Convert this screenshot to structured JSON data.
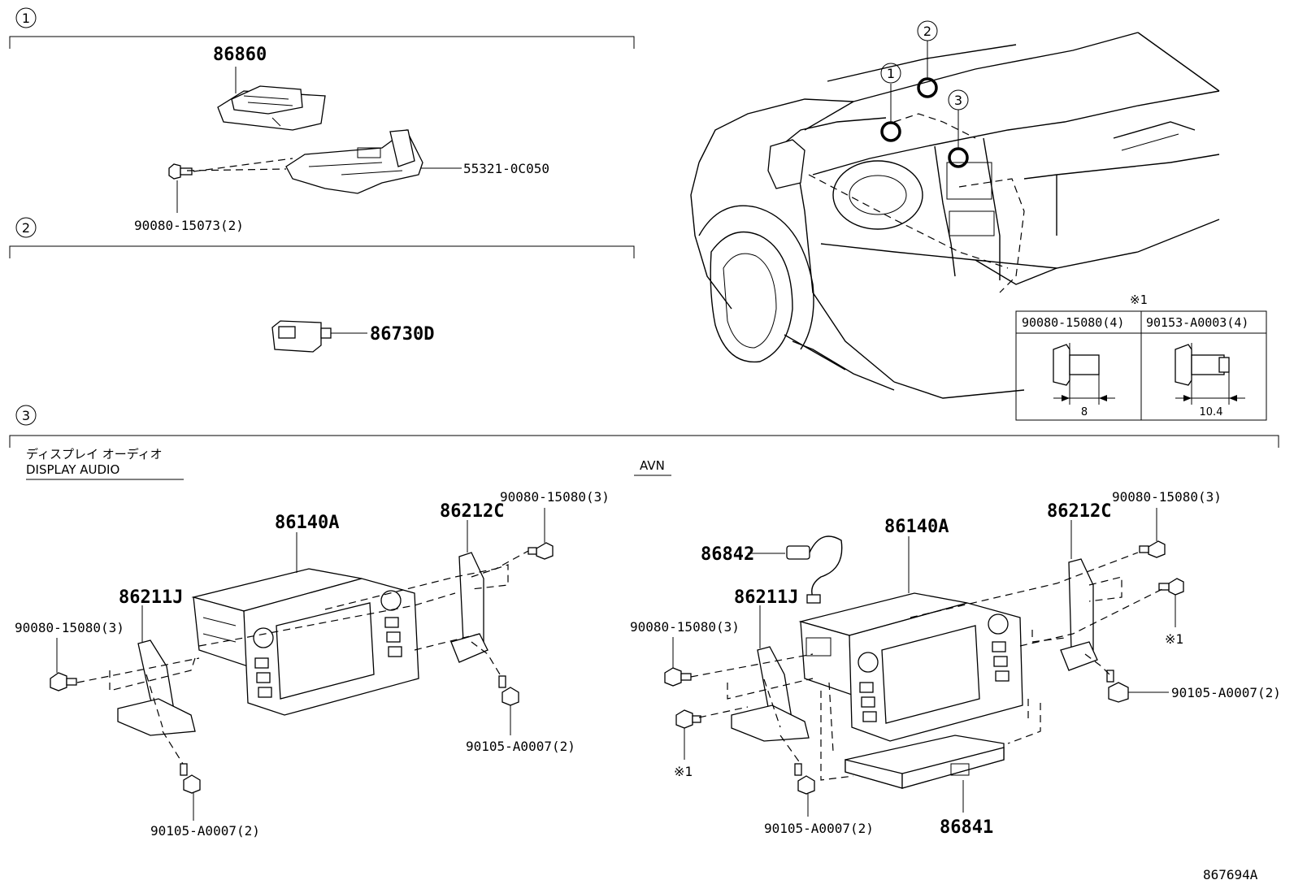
{
  "sections": [
    {
      "num": "1"
    },
    {
      "num": "2"
    },
    {
      "num": "3"
    }
  ],
  "callouts": [
    "1",
    "2",
    "3"
  ],
  "section1": {
    "parts": [
      "86860",
      "55321-0C050",
      "90080-15073(2)"
    ]
  },
  "section2": {
    "parts": [
      "86730D"
    ]
  },
  "table": {
    "note": "※1",
    "col1_header": "90080-15080(4)",
    "col2_header": "90153-A0003(4)",
    "col1_dim": "8",
    "col2_dim": "10.4"
  },
  "section3": {
    "label_jp": "ディスプレイ オーディオ",
    "label_en": "DISPLAY AUDIO",
    "label_avn": "AVN",
    "left": {
      "p86140a": "86140A",
      "p86212c": "86212C",
      "p86211j": "86211J",
      "p9008015080_top": "90080-15080(3)",
      "p9008015080_left": "90080-15080(3)",
      "p90105_right": "90105-A0007(2)",
      "p90105_bottom": "90105-A0007(2)"
    },
    "right": {
      "p86842": "86842",
      "p86140a": "86140A",
      "p86212c": "86212C",
      "p86211j": "86211J",
      "p9008015080_top": "90080-15080(3)",
      "p9008015080_left": "90080-15080(3)",
      "p90105_right": "90105-A0007(2)",
      "p90105_bottom": "90105-A0007(2)",
      "p86841": "86841",
      "note_a": "※1",
      "note_b": "※1"
    }
  },
  "figure_id": "867694A"
}
